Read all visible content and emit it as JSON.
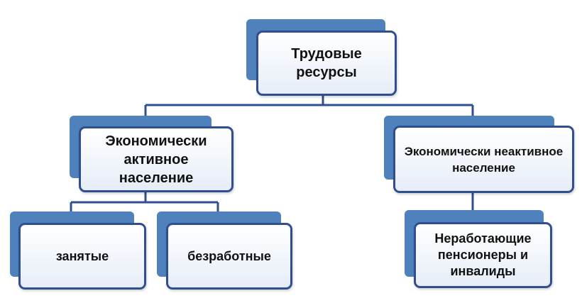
{
  "diagram": {
    "root": {
      "label": "Трудовые ресурсы"
    },
    "active": {
      "label": "Экономически активное население"
    },
    "inactive": {
      "label": "Экономически неактивное население"
    },
    "employed": {
      "label": "занятые"
    },
    "unemployed": {
      "label": "безработные"
    },
    "pensioners": {
      "label": "Неработающие пенсионеры и инвалиды"
    }
  },
  "colors": {
    "box_border": "#2f4f91",
    "box_shadow": "#4f81bd",
    "connector": "#2f4f91",
    "box_fill_top": "#ffffff",
    "box_fill_bottom": "#e6edf8"
  }
}
